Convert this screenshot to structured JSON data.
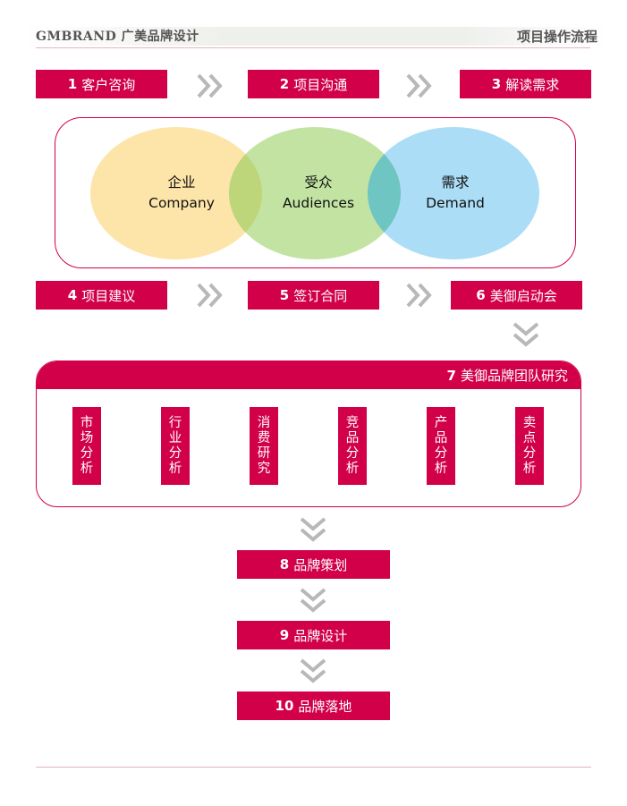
{
  "header": {
    "brand": "GMBRAND 广美品牌设计",
    "title": "项目操作流程"
  },
  "row1": [
    {
      "num": "1",
      "label": "客户咨询"
    },
    {
      "num": "2",
      "label": "项目沟通"
    },
    {
      "num": "3",
      "label": "解读需求"
    }
  ],
  "venn": [
    {
      "cn": "企业",
      "en": "Company",
      "color": "#fde4a9"
    },
    {
      "cn": "受众",
      "en": "Audiences",
      "color": "#bde19a"
    },
    {
      "cn": "需求",
      "en": "Demand",
      "color": "#a4daf5"
    }
  ],
  "row2": [
    {
      "num": "4",
      "label": "项目建议"
    },
    {
      "num": "5",
      "label": "签订合同"
    },
    {
      "num": "6",
      "label": "美御启动会"
    }
  ],
  "research": {
    "num": "7",
    "title": "美御品牌团队研究",
    "items": [
      "市场分析",
      "行业分析",
      "消费研究",
      "竞品分析",
      "产品分析",
      "卖点分析"
    ]
  },
  "final_steps": [
    {
      "num": "8",
      "label": "品牌策划"
    },
    {
      "num": "9",
      "label": "品牌设计"
    },
    {
      "num": "10",
      "label": "品牌落地"
    }
  ],
  "colors": {
    "accent": "#d10048",
    "chevron": "#b8b8b8"
  }
}
